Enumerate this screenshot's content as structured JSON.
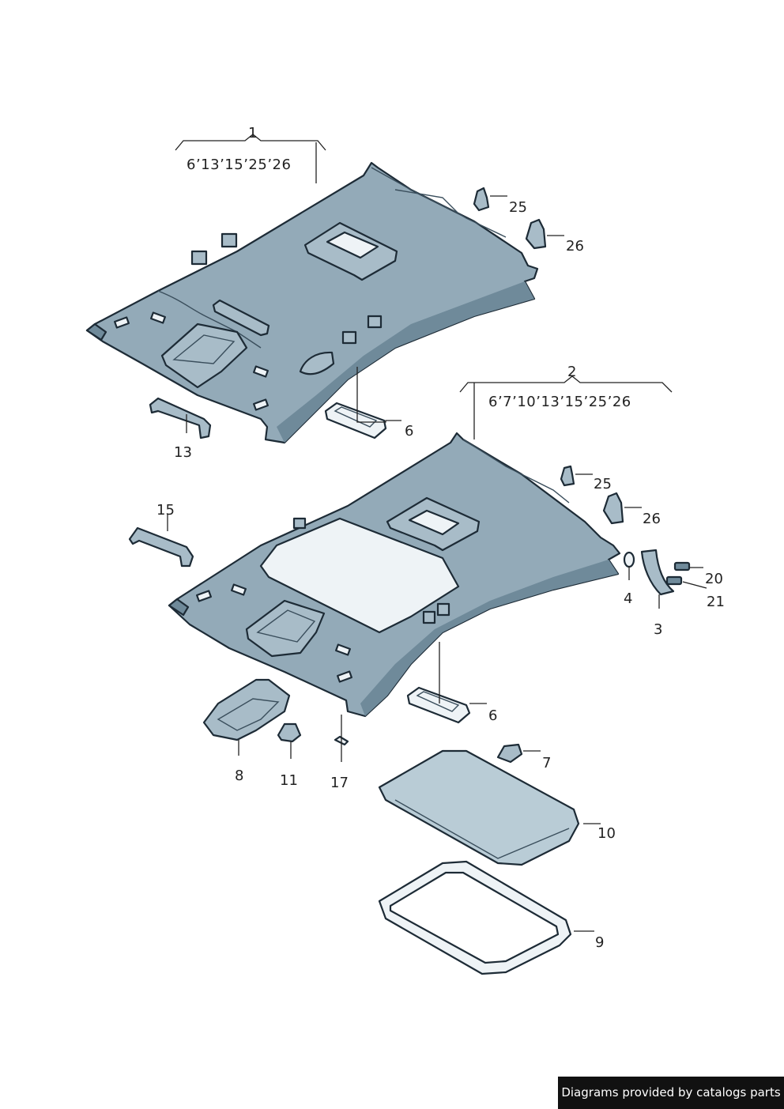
{
  "callouts": {
    "c1": "1",
    "c1_sub": "6’13’15’25’26",
    "c2": "2",
    "c2_sub": "6’7’10’13’15’25’26",
    "c3": "3",
    "c4": "4",
    "c6a": "6",
    "c6b": "6",
    "c7": "7",
    "c8": "8",
    "c9": "9",
    "c10": "10",
    "c11": "11",
    "c13": "13",
    "c15": "15",
    "c17": "17",
    "c20": "20",
    "c21": "21",
    "c25a": "25",
    "c25b": "25",
    "c26a": "26",
    "c26b": "26"
  },
  "footer": {
    "text": "Diagrams provided by catalogs parts",
    "background": "#111111",
    "color": "#ffffff"
  },
  "colors": {
    "panel": "#93aab8",
    "outline": "#1d2b36",
    "glass": "#b9ccd6"
  }
}
